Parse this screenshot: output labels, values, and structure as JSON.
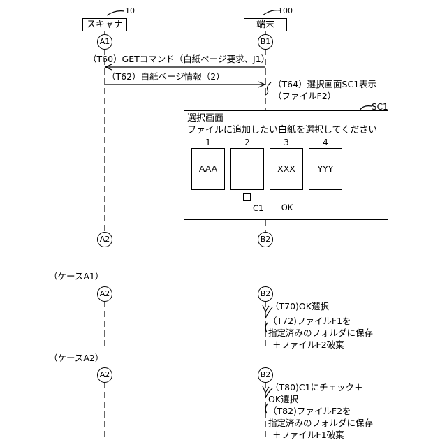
{
  "entities": {
    "scanner": {
      "label": "スキャナ",
      "ref": "10"
    },
    "terminal": {
      "label": "端末",
      "ref": "100"
    }
  },
  "markers": {
    "a1": "A1",
    "b1": "B1",
    "a2": "A2",
    "b2": "B2"
  },
  "messages": {
    "t60": "（T60）GETコマンド（白紙ページ要求、J1）",
    "t62": "（T62）白紙ページ情報（2）"
  },
  "t64": {
    "line1": "（T64）選択画面SC1表示",
    "line2": "（ファイルF2）"
  },
  "selection_screen": {
    "ref": "SC1",
    "title": "選択画面",
    "prompt": "ファイルに追加したい白紙を選択してください",
    "pages": [
      {
        "number": "1",
        "content": "AAA"
      },
      {
        "number": "2",
        "content": ""
      },
      {
        "number": "3",
        "content": "XXX"
      },
      {
        "number": "4",
        "content": "YYY"
      }
    ],
    "checkbox_ref": "C1",
    "ok_label": "OK"
  },
  "case_a1": {
    "title": "（ケースA1）",
    "lines": [
      "（T70)OK選択",
      "（T72)ファイルF1を",
      "指定済みのフォルダに保存",
      "＋ファイルF2破棄"
    ]
  },
  "case_a2": {
    "title": "（ケースA2）",
    "lines": [
      "（T80)C1にチェック＋",
      "OK選択",
      "（T82)ファイルF2を",
      "指定済みのフォルダに保存",
      "＋ファイルF1破棄"
    ]
  }
}
